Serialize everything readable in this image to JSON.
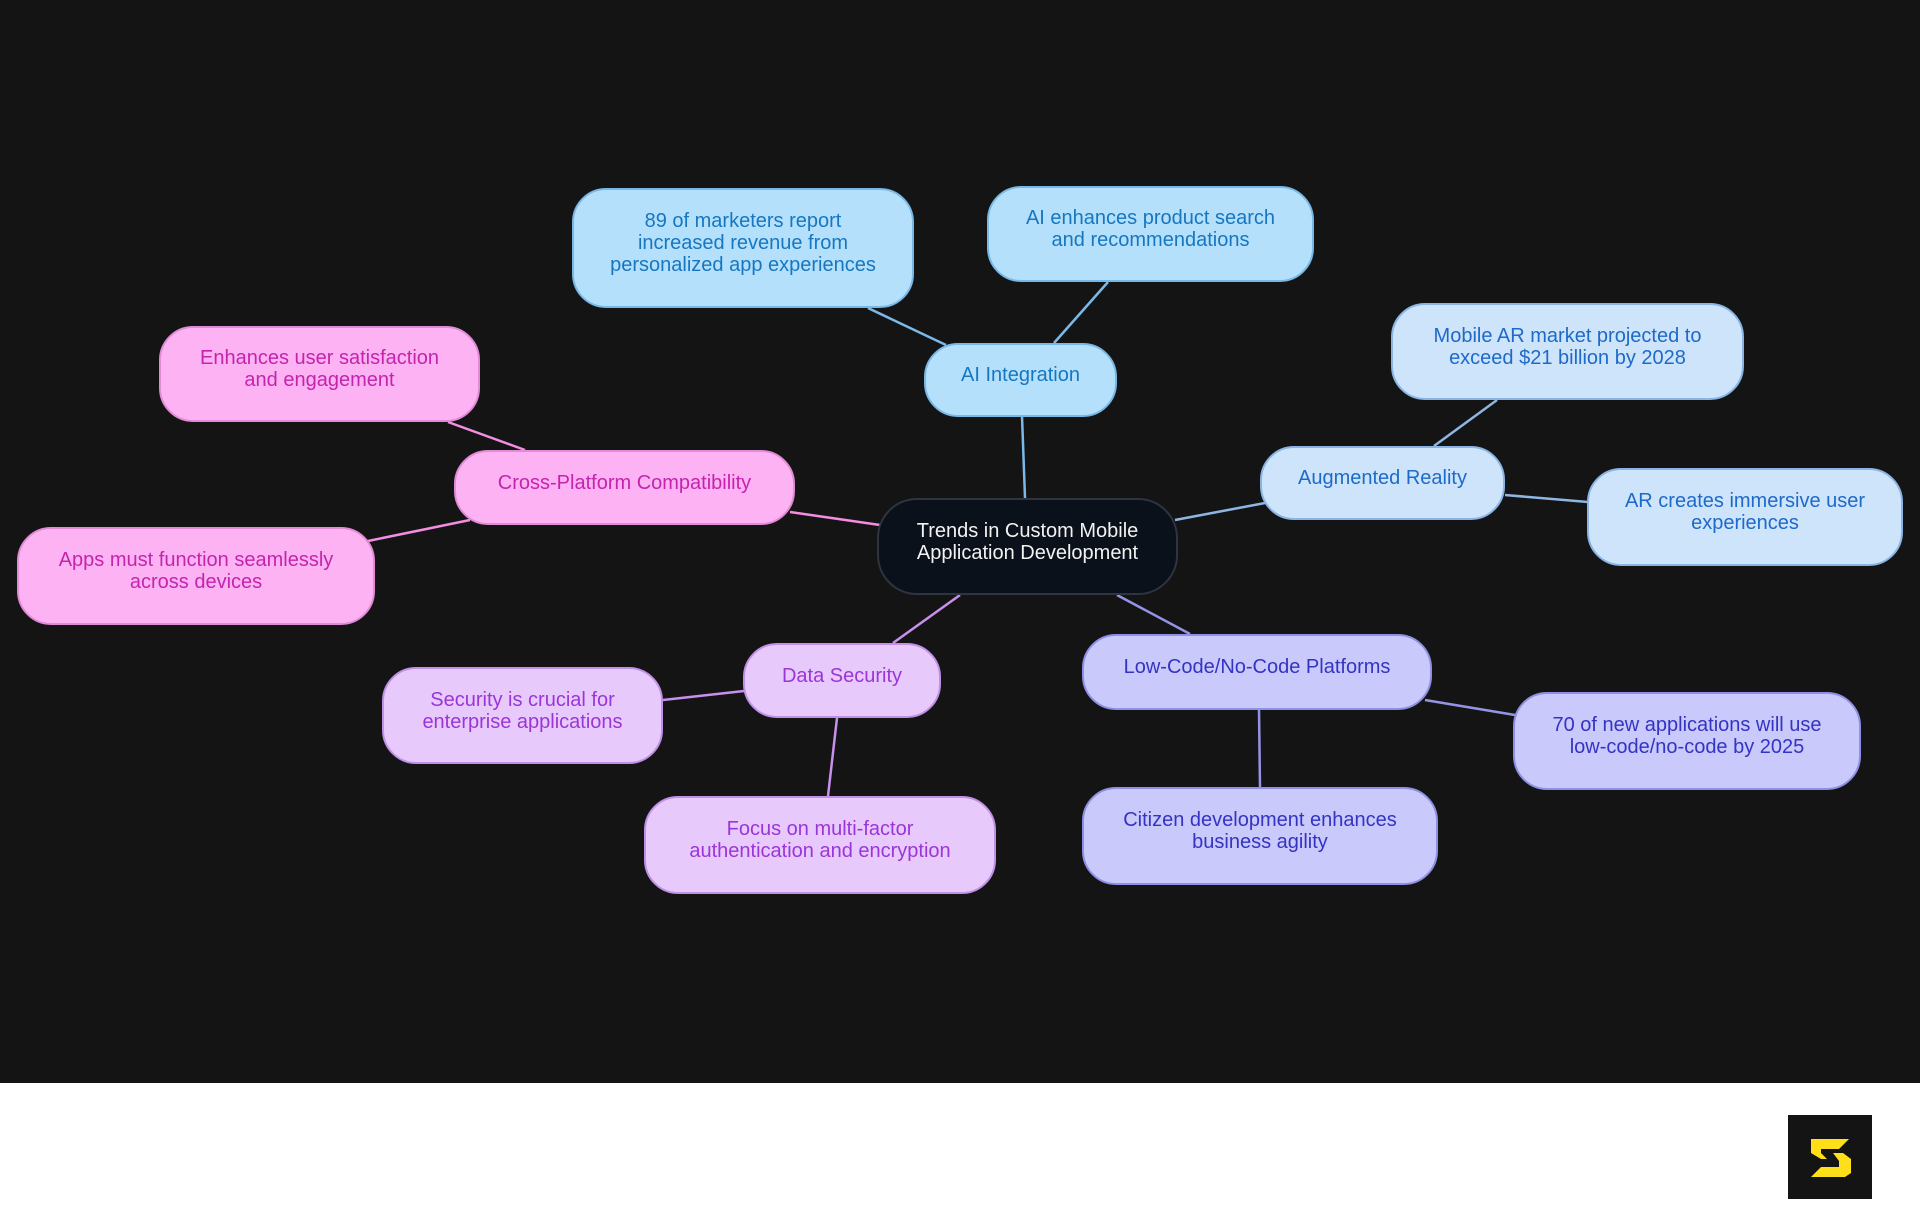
{
  "diagram": {
    "type": "mindmap",
    "root": {
      "id": "root",
      "label": "Trends in Custom Mobile\nApplication Development"
    },
    "branches": [
      {
        "id": "ai",
        "label": "AI Integration",
        "color": "#b5e0fc",
        "children": [
          {
            "id": "ai1",
            "label": "89 of marketers report\nincreased revenue from\npersonalized app experiences"
          },
          {
            "id": "ai2",
            "label": "AI enhances product search\nand recommendations"
          }
        ]
      },
      {
        "id": "ar",
        "label": "Augmented Reality",
        "color": "#cde4fb",
        "children": [
          {
            "id": "ar1",
            "label": "Mobile AR market projected to\nexceed $21 billion by 2028"
          },
          {
            "id": "ar2",
            "label": "AR creates immersive user\nexperiences"
          }
        ]
      },
      {
        "id": "cp",
        "label": "Cross-Platform Compatibility",
        "color": "#fdb3f3",
        "children": [
          {
            "id": "cp1",
            "label": "Enhances user satisfaction\nand engagement"
          },
          {
            "id": "cp2",
            "label": "Apps must function seamlessly\nacross devices"
          }
        ]
      },
      {
        "id": "ds",
        "label": "Data Security",
        "color": "#e8c9fc",
        "children": [
          {
            "id": "ds1",
            "label": "Security is crucial for\nenterprise applications"
          },
          {
            "id": "ds2",
            "label": "Focus on multi-factor\nauthentication and encryption"
          }
        ]
      },
      {
        "id": "lc",
        "label": "Low-Code/No-Code Platforms",
        "color": "#c9c9fc",
        "children": [
          {
            "id": "lc1",
            "label": "70 of new applications will use\nlow-code/no-code by 2025"
          },
          {
            "id": "lc2",
            "label": "Citizen development enhances\nbusiness agility"
          }
        ]
      }
    ]
  },
  "edge_colors": {
    "ai": "#7ab9e8",
    "ar": "#8fb6e3",
    "cp": "#f28de0",
    "ds": "#c890ee",
    "lc": "#9494e6"
  },
  "logo": {
    "name": "brand-logo",
    "accent": "#ffde1a",
    "background": "#141414"
  }
}
